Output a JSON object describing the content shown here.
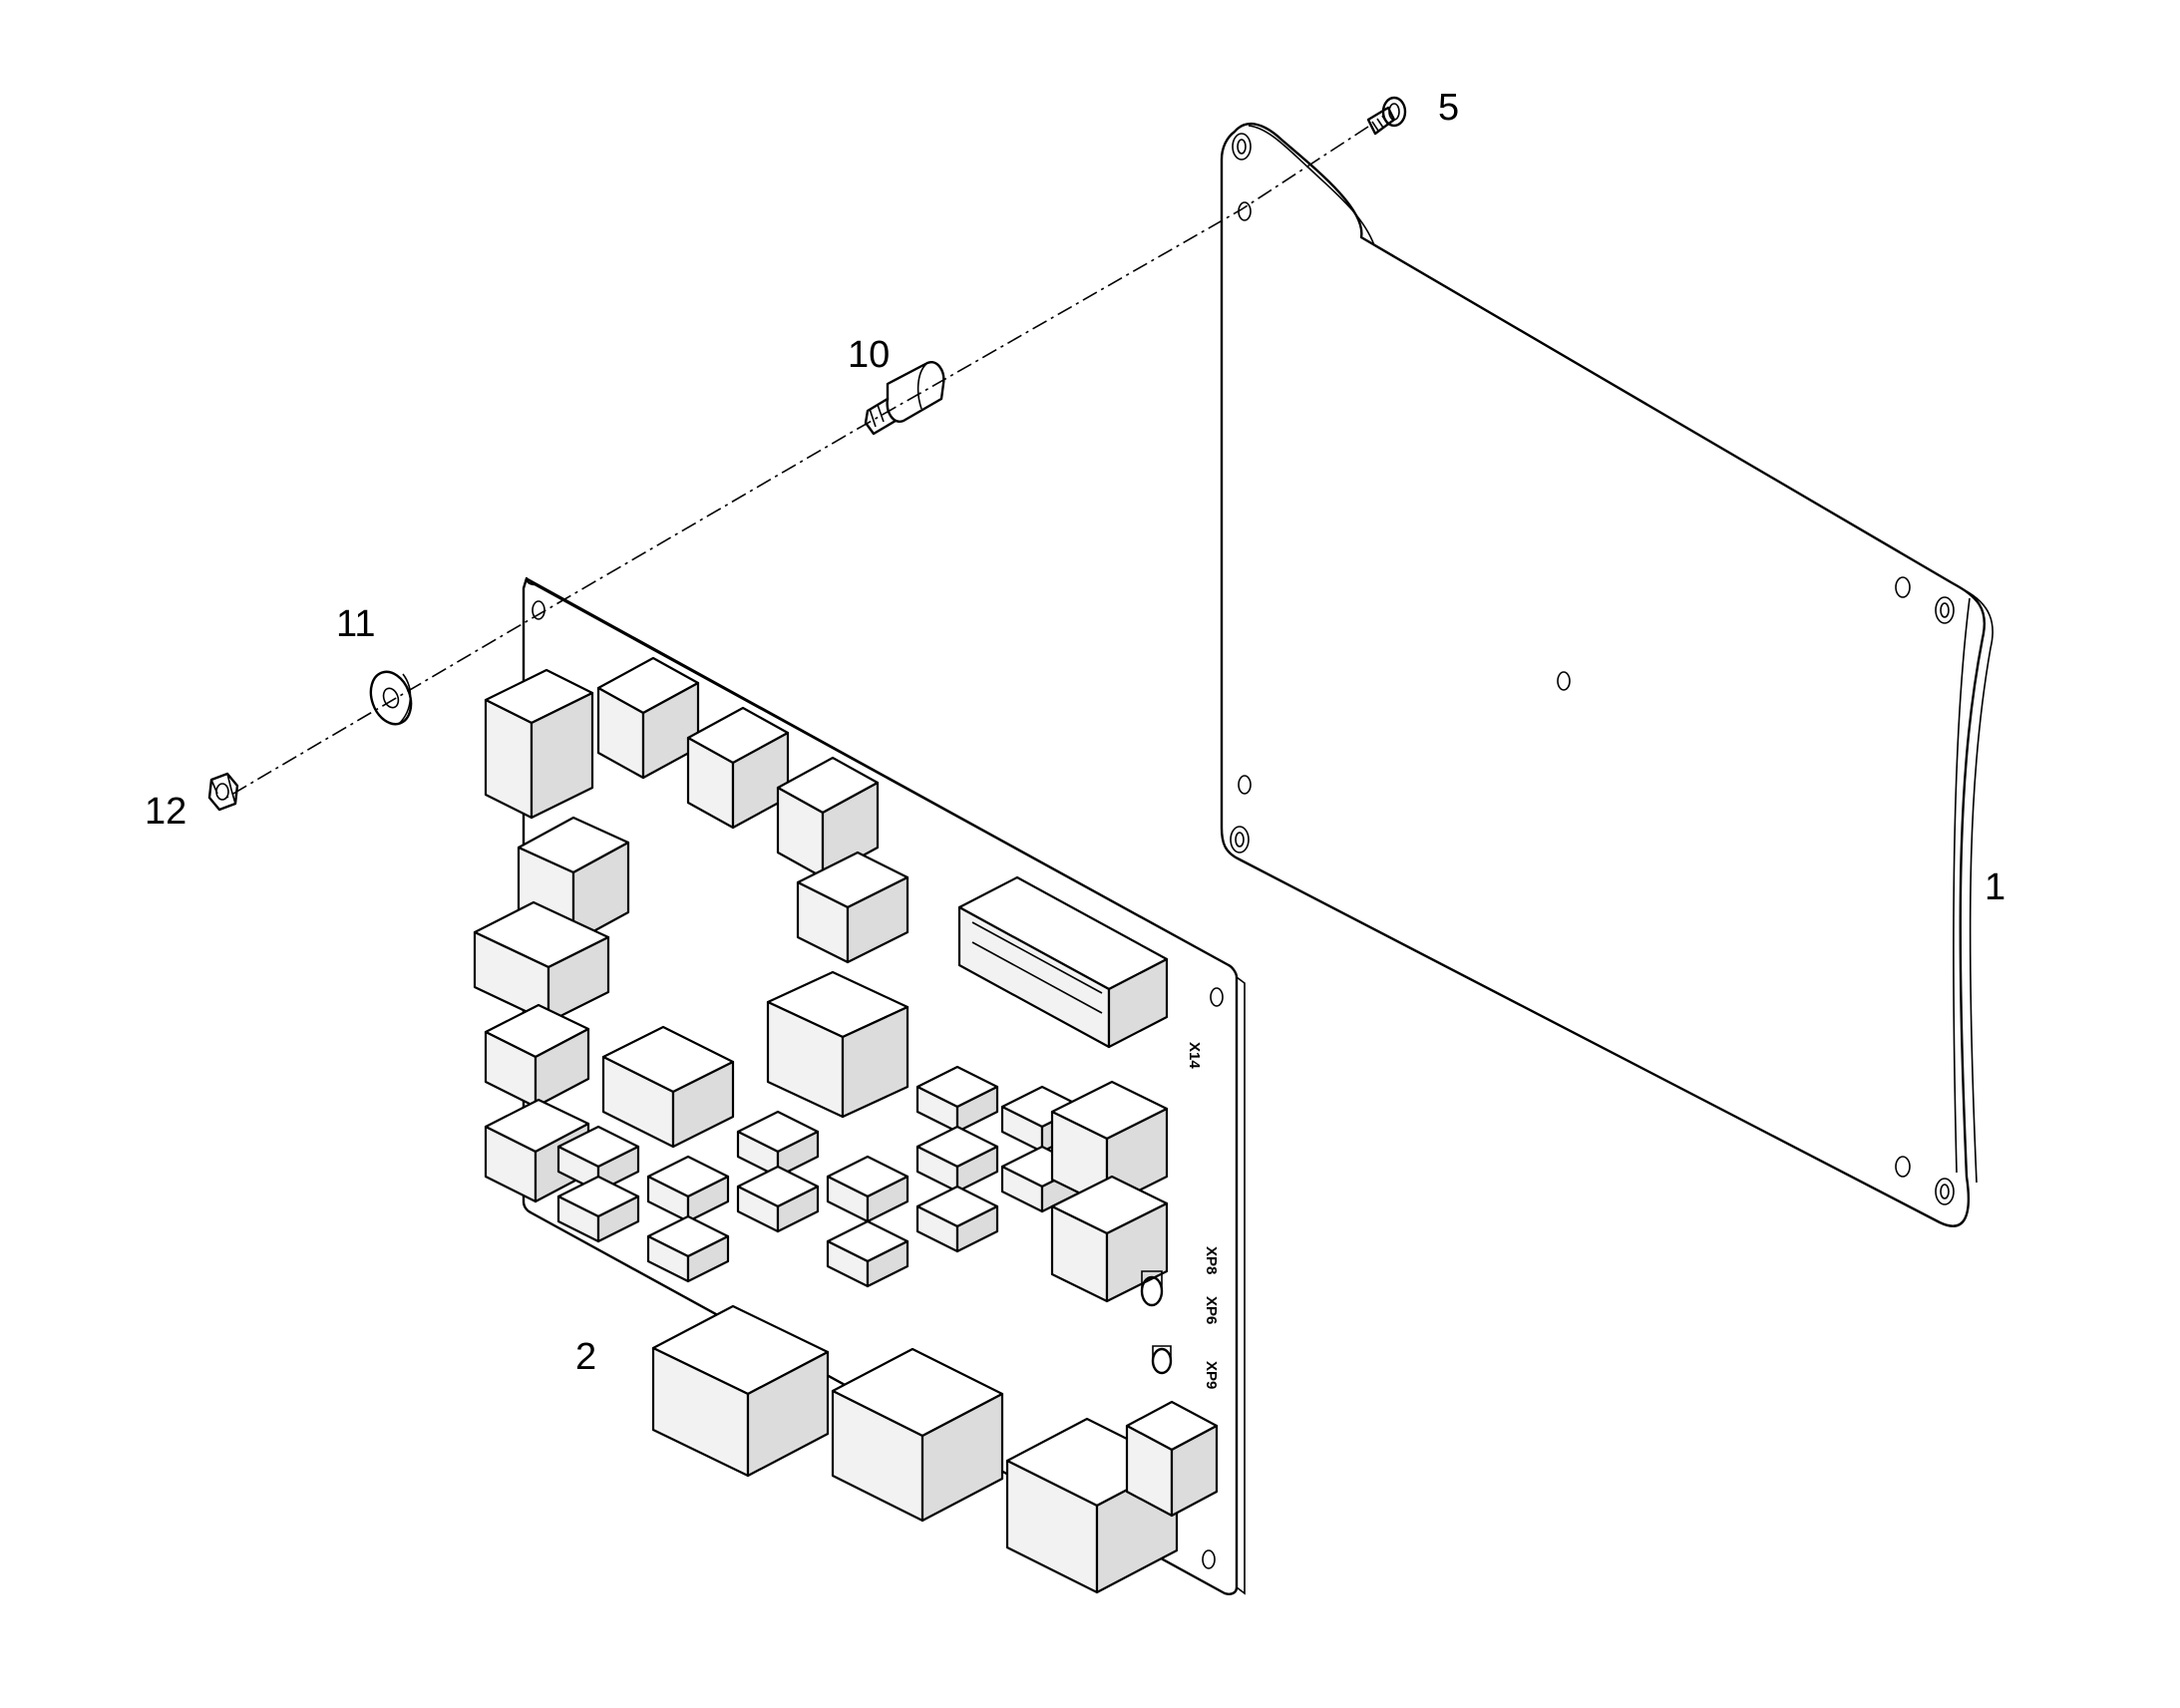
{
  "callouts": [
    {
      "id": "1",
      "text": "1"
    },
    {
      "id": "2",
      "text": "2"
    },
    {
      "id": "5",
      "text": "5"
    },
    {
      "id": "10",
      "text": "10"
    },
    {
      "id": "11",
      "text": "11"
    },
    {
      "id": "12",
      "text": "12"
    }
  ],
  "board_labels": {
    "x14": "X14",
    "xp8": "XP8",
    "xp6": "XP6",
    "xp9": "XP9"
  },
  "colors": {
    "line": "#000000",
    "background": "#ffffff"
  }
}
